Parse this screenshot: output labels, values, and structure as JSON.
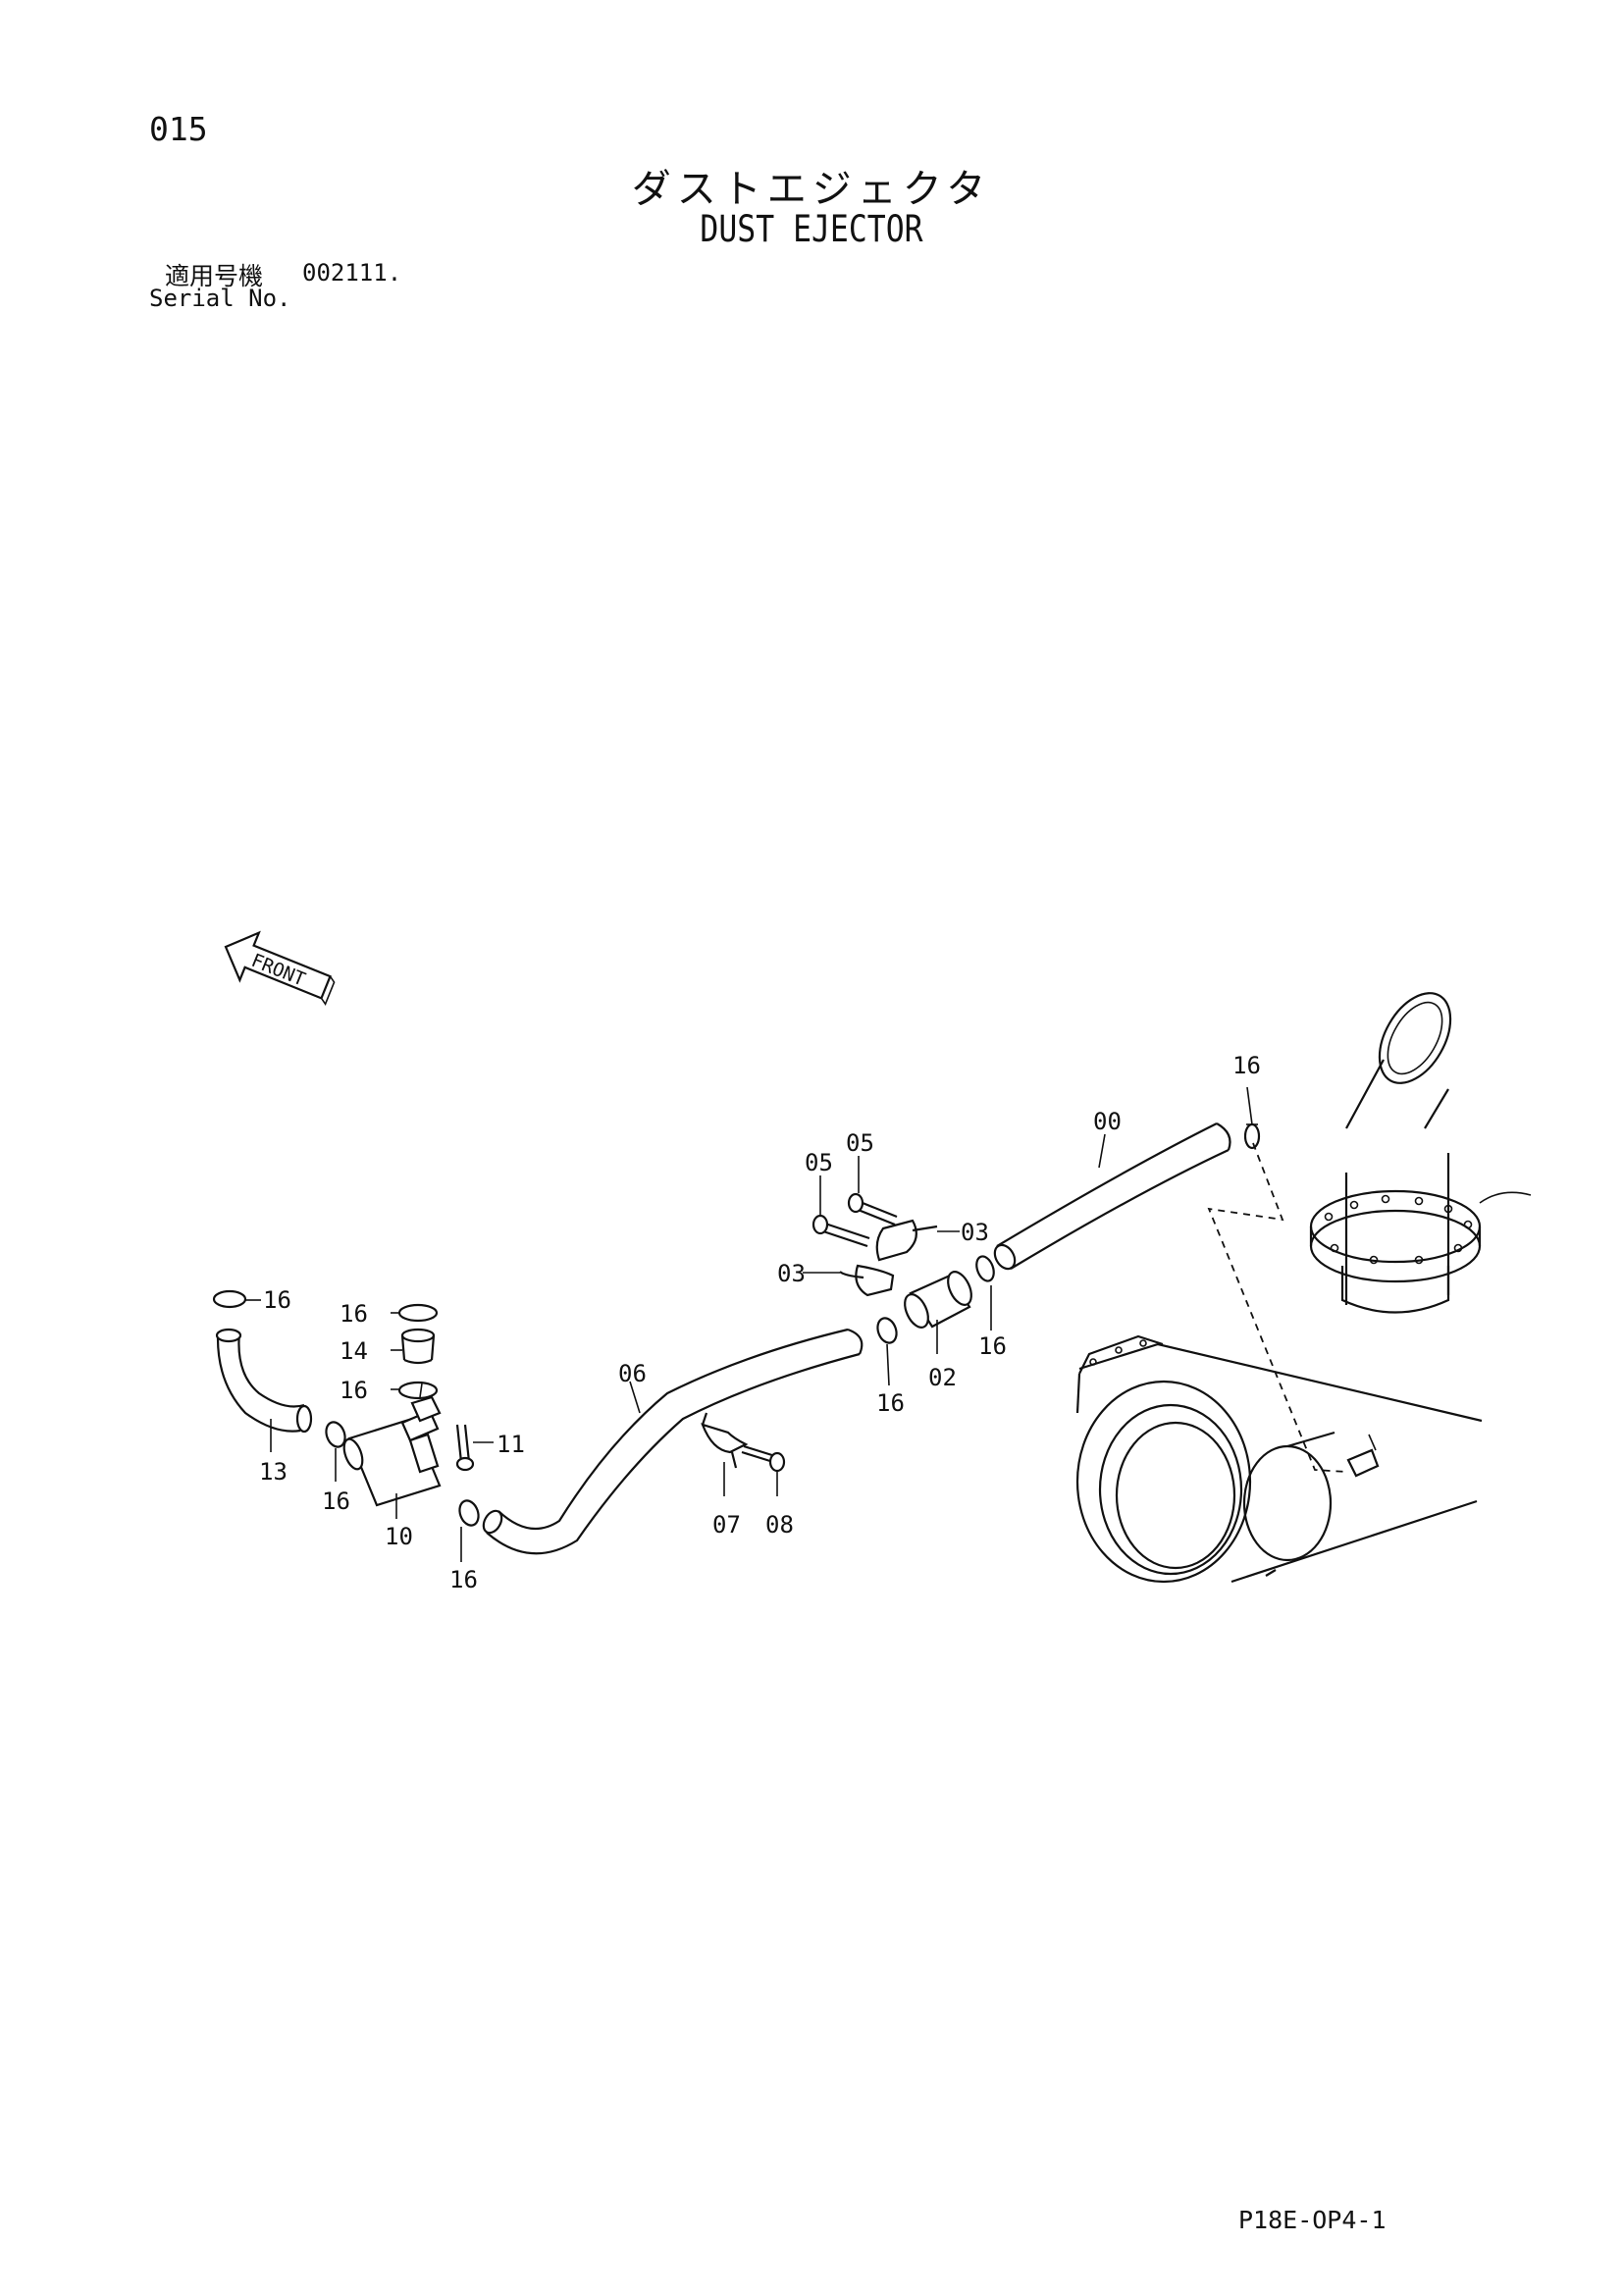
{
  "page_number": "015",
  "title_jp": "ダストエジェクタ",
  "title_en": "DUST EJECTOR",
  "serial": {
    "label_jp": "適用号機",
    "value": "002111.",
    "label_en": "Serial No."
  },
  "front_arrow_label": "FRONT",
  "part_labels": {
    "p16_a": "16",
    "p00": "00",
    "p05_a": "05",
    "p05_b": "05",
    "p03_a": "03",
    "p03_b": "03",
    "p02": "02",
    "p16_b": "16",
    "p16_c": "16",
    "p06": "06",
    "p07": "07",
    "p08": "08",
    "p16_d": "16",
    "p16_e": "16",
    "p14": "14",
    "p16_f": "16",
    "p11": "11",
    "p13": "13",
    "p16_g": "16",
    "p10": "10",
    "p16_h": "16"
  },
  "doc_code": "P18E-OP4-1"
}
